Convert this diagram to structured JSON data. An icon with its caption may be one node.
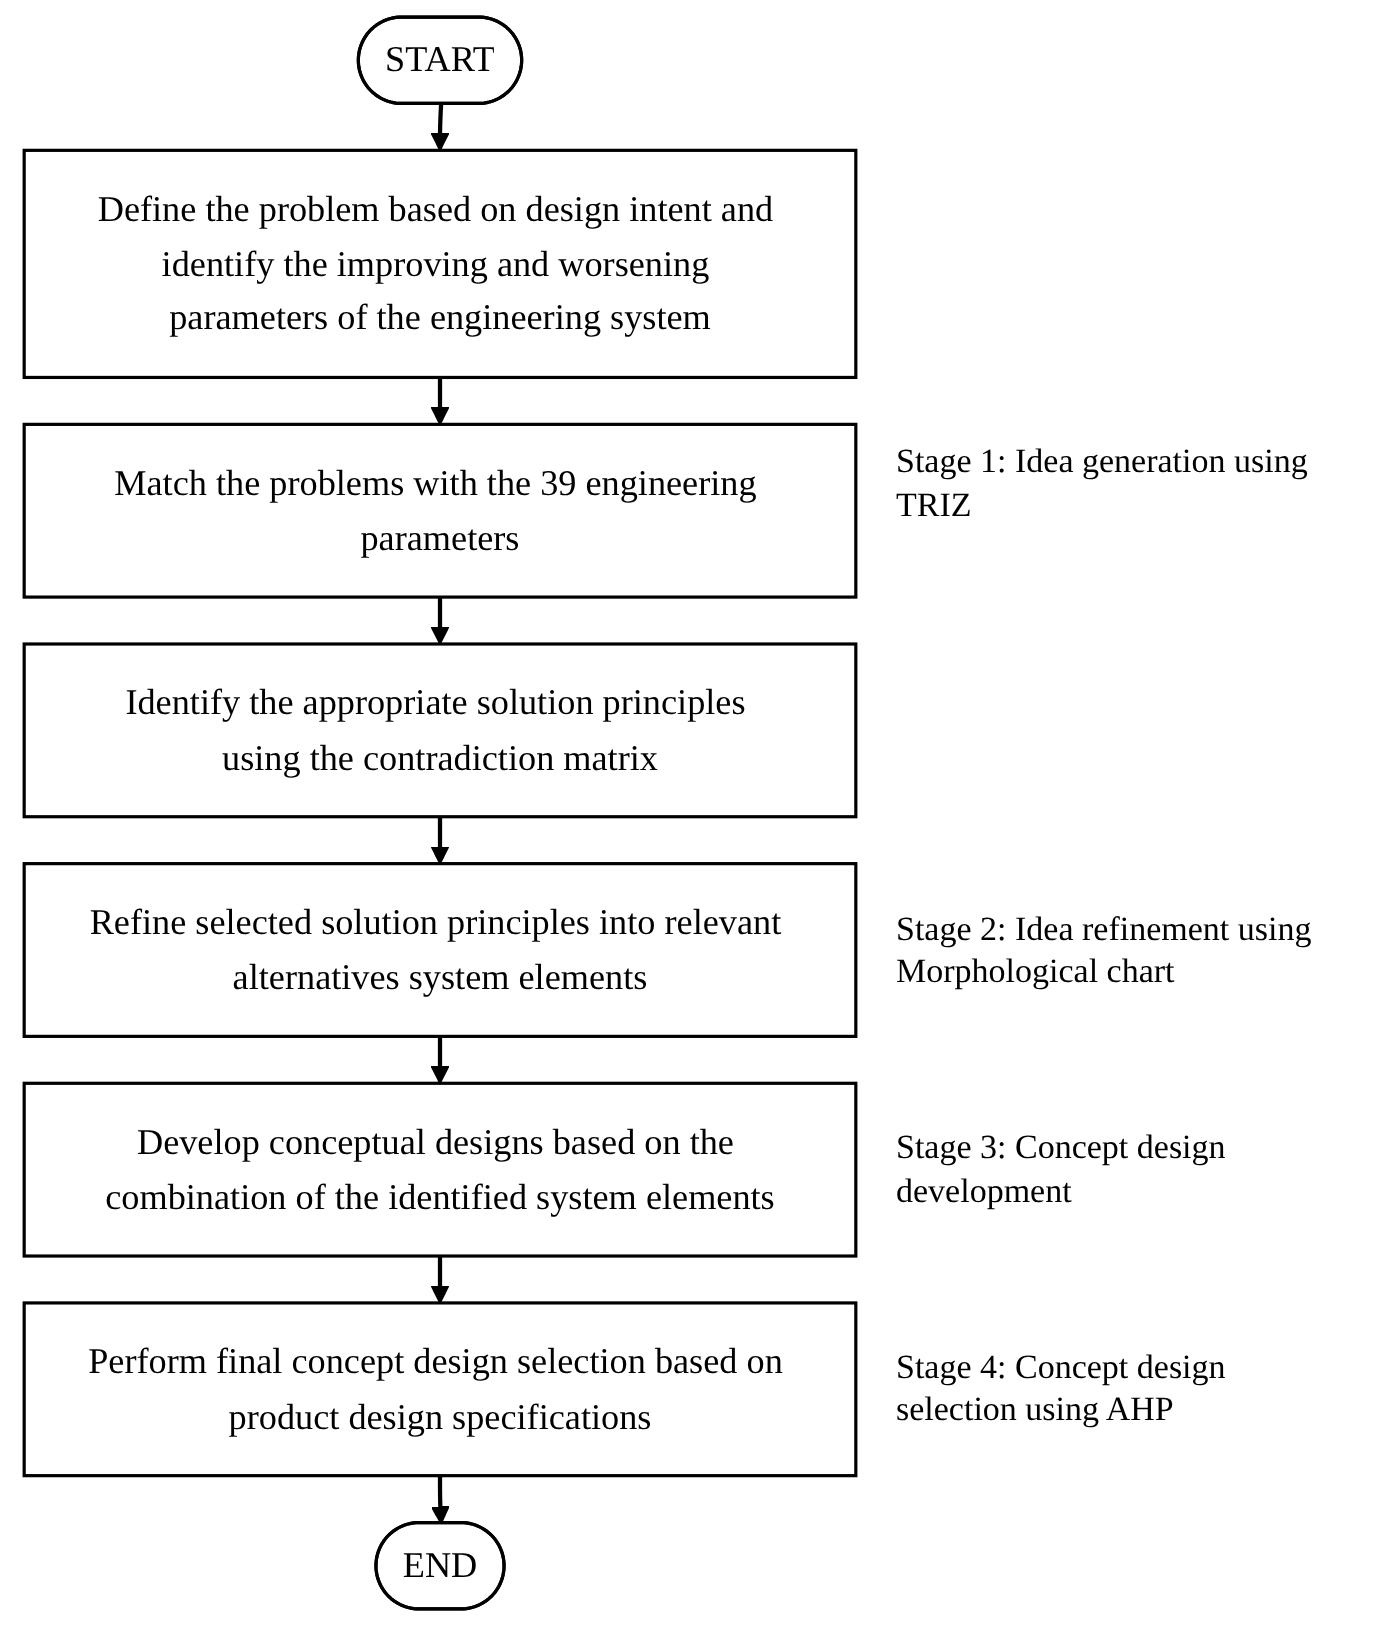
{
  "diagram": {
    "nodes": [
      {
        "text": [
          "START"
        ]
      },
      {
        "text": [
          "Define the problem based on design intent and identify the improving and worsening parameters of the engineering system"
        ]
      },
      {
        "text": [
          "Match the problems with the 39 engineering parameters"
        ]
      },
      {
        "text": [
          "Identify the appropriate solution principles using the contradiction matrix"
        ]
      },
      {
        "text": [
          "Refine selected solution principles into relevant alternatives system elements"
        ]
      },
      {
        "text": [
          "Develop conceptual designs based on the combination of the identified system elements"
        ]
      },
      {
        "text": [
          "Perform final concept design selection based on product design specifications"
        ]
      },
      {
        "text": [
          "END"
        ]
      }
    ],
    "edges": [
      {
        "from": 0,
        "to": 1,
        "arrow": "to"
      },
      {
        "from": 1,
        "to": 2,
        "arrow": "to"
      },
      {
        "from": 2,
        "to": 3,
        "arrow": "to"
      },
      {
        "from": 3,
        "to": 4,
        "arrow": "to"
      },
      {
        "from": 4,
        "to": 5,
        "arrow": "to"
      },
      {
        "from": 5,
        "to": 6,
        "arrow": "to"
      },
      {
        "from": 6,
        "to": 7,
        "arrow": "to"
      }
    ],
    "labels": [
      "Stage 1: Idea generation using TRIZ",
      "Stage 2: Idea refinement using Morphological chart",
      "Stage 3: Concept design development",
      "Stage 4: Concept design selection using AHP"
    ]
  }
}
